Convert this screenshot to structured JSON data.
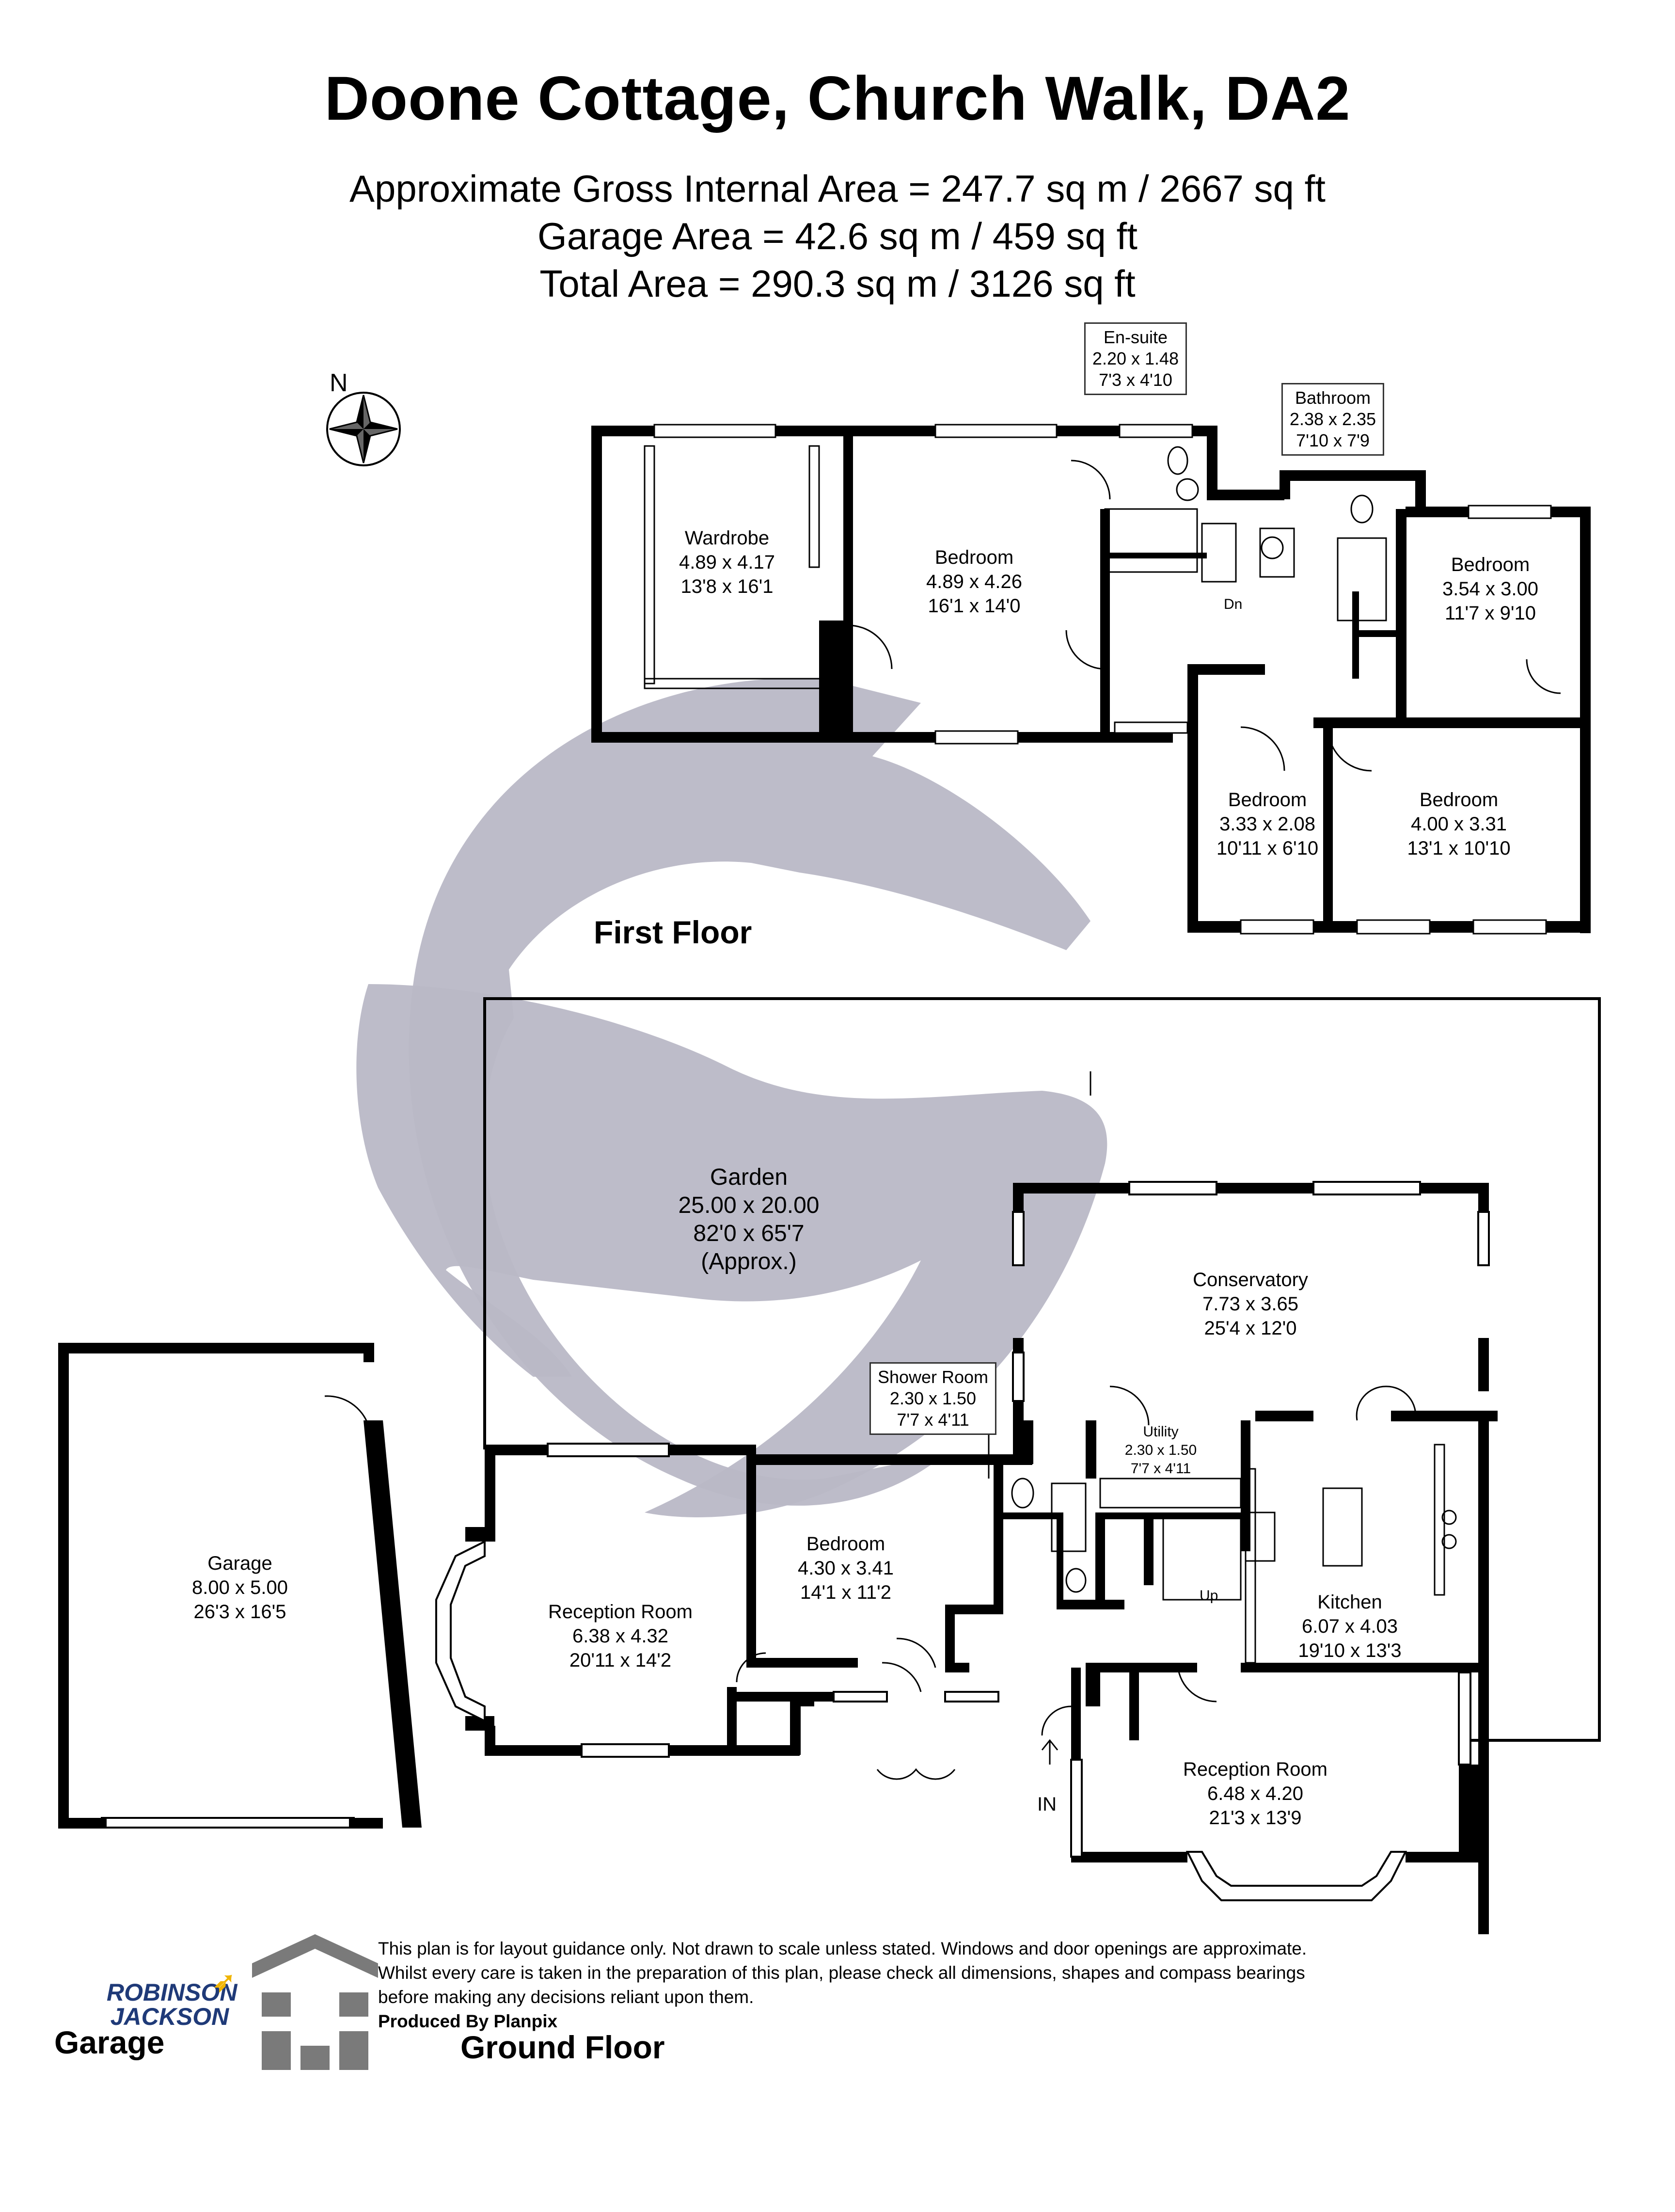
{
  "title": "Doone Cottage, Church Walk, DA2",
  "areas": [
    "Approximate Gross Internal Area = 247.7 sq m / 2667 sq ft",
    "Garage Area = 42.6 sq m / 459 sq ft",
    "Total Area = 290.3 sq m / 3126 sq ft"
  ],
  "compass": {
    "label": "N",
    "icon": "compass-rose-icon"
  },
  "first_floor": {
    "name": "First Floor",
    "rooms": [
      {
        "name": "Wardrobe",
        "metric": "4.89 x 4.17",
        "imperial": "13'8 x 16'1"
      },
      {
        "name": "Bedroom",
        "metric": "4.89 x 4.26",
        "imperial": "16'1 x 14'0"
      },
      {
        "name": "En-suite",
        "metric": "2.20 x 1.48",
        "imperial": "7'3 x 4'10"
      },
      {
        "name": "Bathroom",
        "metric": "2.38 x 2.35",
        "imperial": "7'10 x 7'9"
      },
      {
        "name": "Bedroom",
        "metric": "3.54 x 3.00",
        "imperial": "11'7 x 9'10"
      },
      {
        "name": "Bedroom",
        "metric": "3.33 x 2.08",
        "imperial": "10'11 x 6'10"
      },
      {
        "name": "Bedroom",
        "metric": "4.00 x 3.31",
        "imperial": "13'1 x 10'10"
      }
    ],
    "stairs_label": "Dn"
  },
  "ground_floor": {
    "name": "Ground Floor",
    "garden": {
      "name": "Garden",
      "metric": "25.00 x 20.00",
      "imperial": "82'0 x 65'7",
      "note": "(Approx.)"
    },
    "rooms": [
      {
        "name": "Conservatory",
        "metric": "7.73 x 3.65",
        "imperial": "25'4 x 12'0"
      },
      {
        "name": "Shower Room",
        "metric": "2.30 x 1.50",
        "imperial": "7'7 x 4'11"
      },
      {
        "name": "Utility",
        "metric": "2.30 x 1.50",
        "imperial": "7'7 x 4'11"
      },
      {
        "name": "Reception Room",
        "metric": "6.38 x 4.32",
        "imperial": "20'11 x 14'2"
      },
      {
        "name": "Bedroom",
        "metric": "4.30 x 3.41",
        "imperial": "14'1 x 11'2"
      },
      {
        "name": "Kitchen",
        "metric": "6.07 x 4.03",
        "imperial": "19'10 x 13'3"
      },
      {
        "name": "Reception Room",
        "metric": "6.48 x 4.20",
        "imperial": "21'3 x 13'9"
      }
    ],
    "stairs_label": "Up",
    "entrance_label": "IN"
  },
  "garage": {
    "name": "Garage",
    "room": {
      "name": "Garage",
      "metric": "8.00 x 5.00",
      "imperial": "26'3 x 16'5"
    }
  },
  "footer": {
    "brand": [
      "ROBINSON",
      "JACKSON"
    ],
    "disclaimer": "This plan is for layout guidance only. Not drawn to scale unless stated. Windows and door openings are approximate. Whilst every care is taken in the preparation of this plan, please check all dimensions, shapes and compass bearings before making any decisions reliant upon them.",
    "produced_by": "Produced By Planpix"
  },
  "colors": {
    "wall": "#000000",
    "watermark": "#b9b8c6",
    "brand_blue": "#1f3a78",
    "brand_gold": "#f0b400",
    "planpix_grey": "#7a7a7a"
  }
}
